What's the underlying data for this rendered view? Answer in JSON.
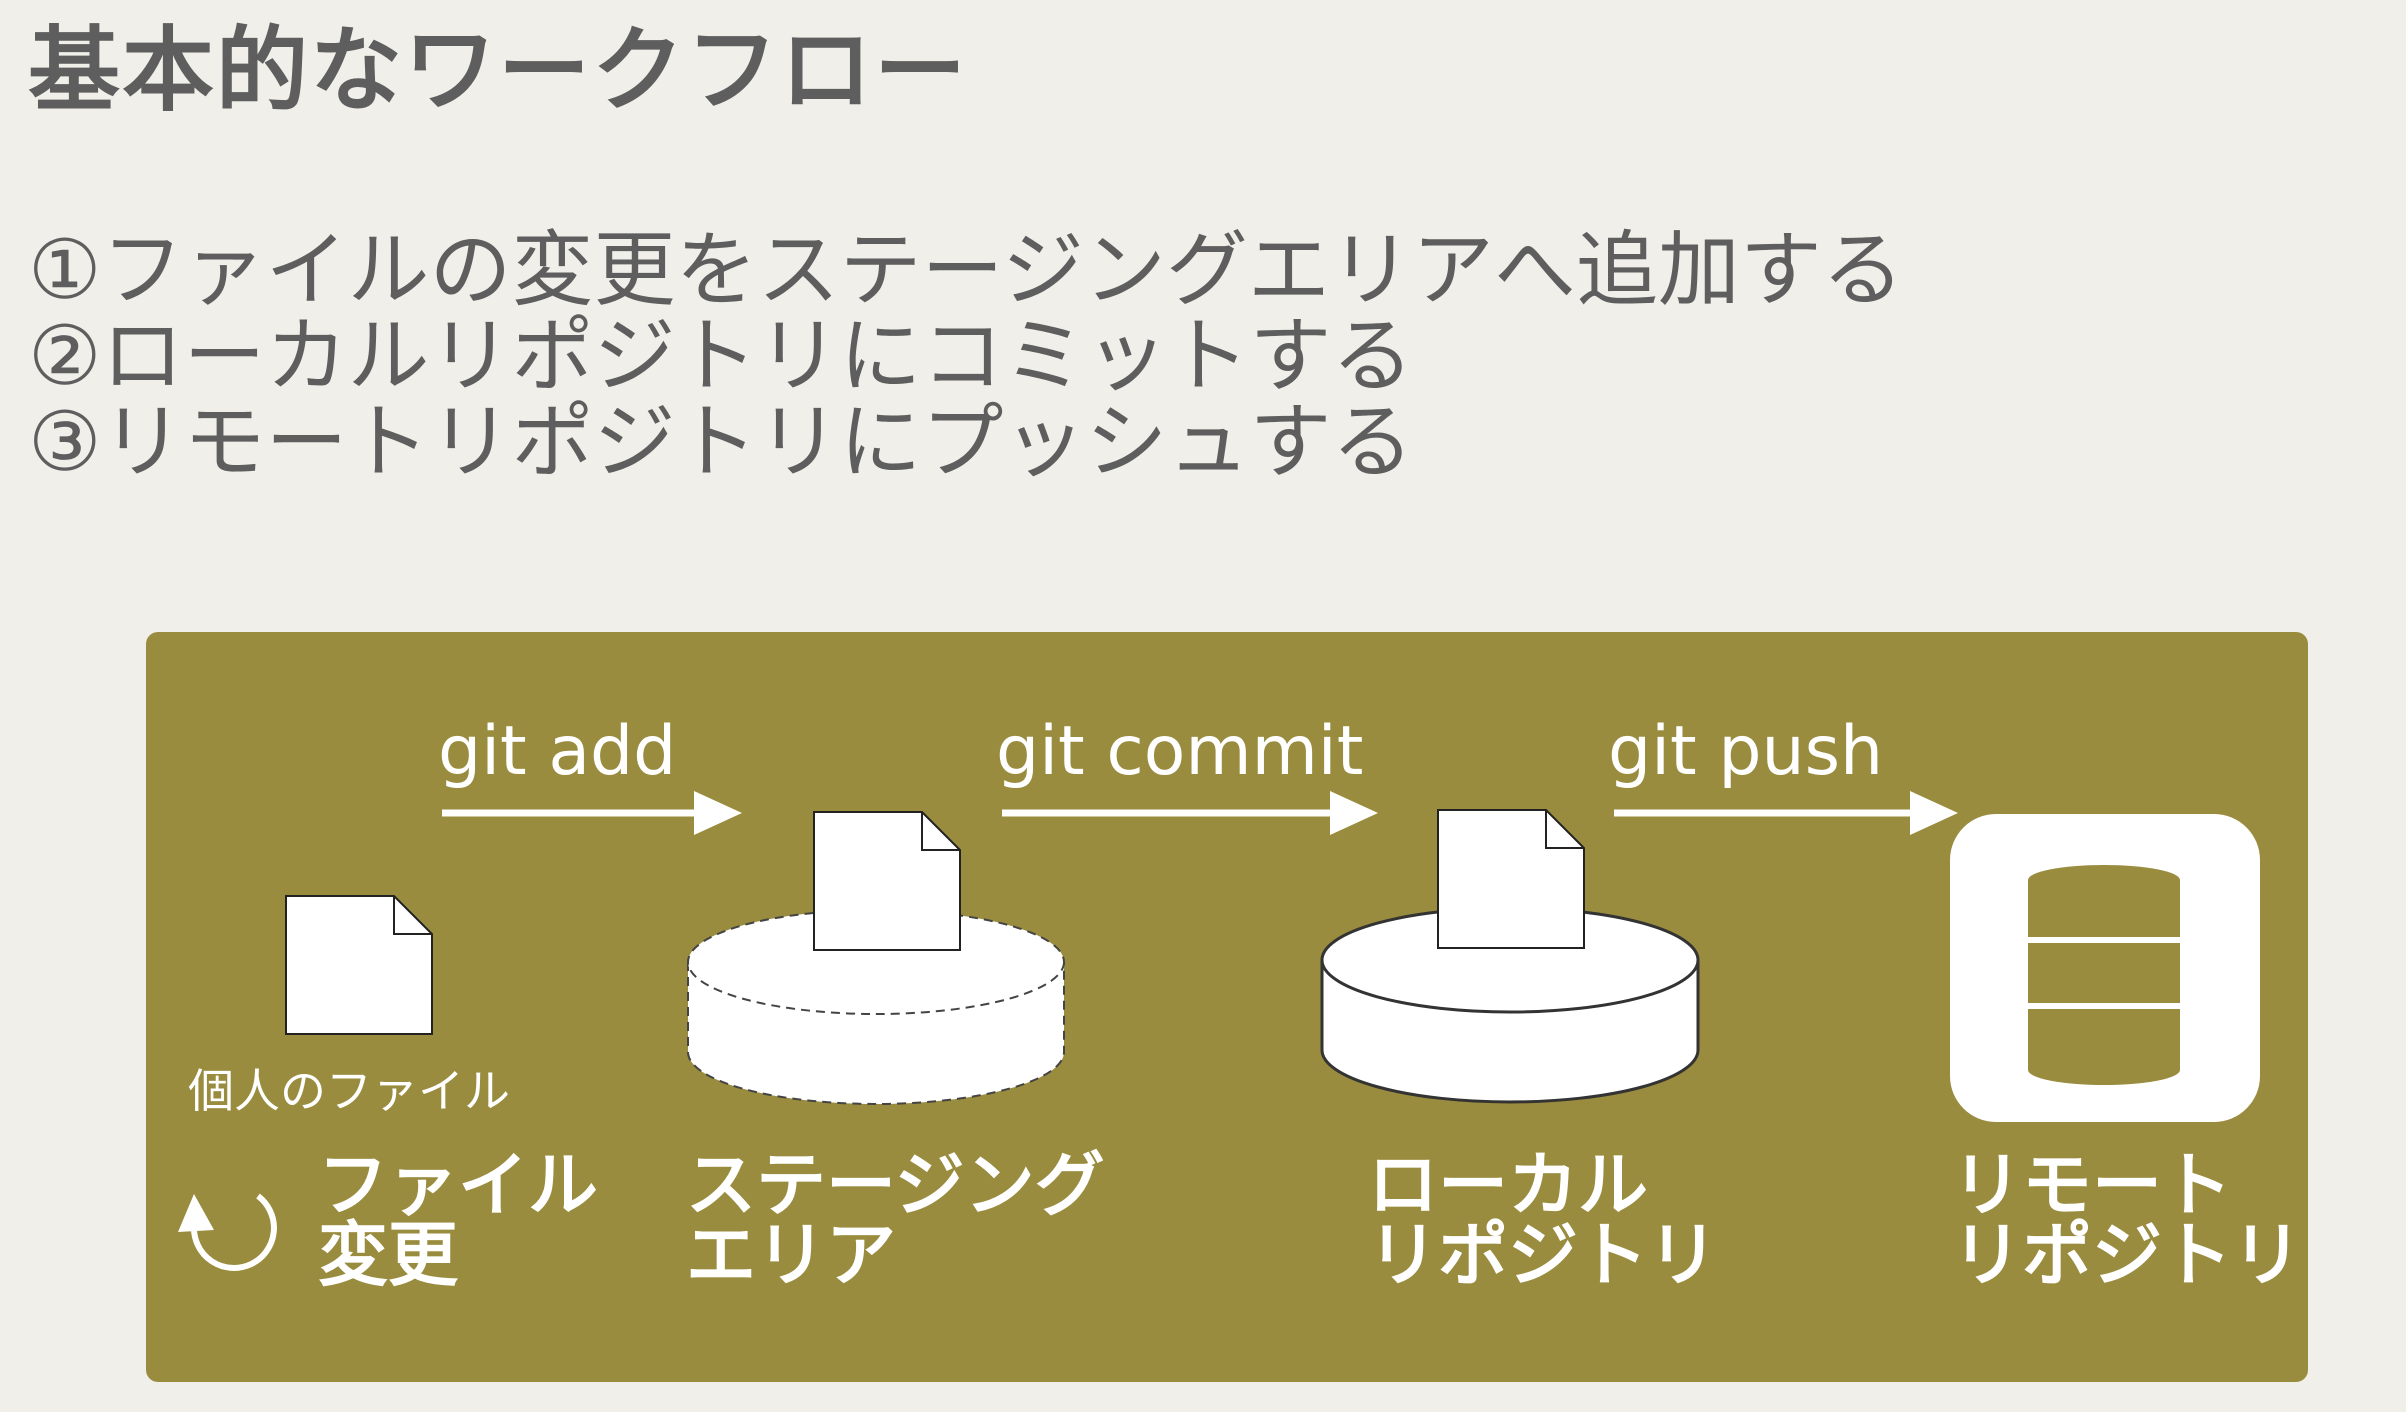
{
  "title": "基本的なワークフロー",
  "steps": [
    "①ファイルの変更をステージングエリアへ追加する",
    "②ローカルリポジトリにコミットする",
    "③リモートリポジトリにプッシュする"
  ],
  "diagram": {
    "commands": [
      "git add",
      "git commit",
      "git push"
    ],
    "personal_file_caption": "個人のファイル",
    "nodes": [
      {
        "line1": "ファイル",
        "line2": "変更"
      },
      {
        "line1": "ステージング",
        "line2": "エリア"
      },
      {
        "line1": "ローカル",
        "line2": "リポジトリ"
      },
      {
        "line1": "リモート",
        "line2": "リポジトリ"
      }
    ],
    "icons": [
      "document-icon",
      "refresh-icon",
      "staging-area-disk-icon",
      "local-repository-disk-icon",
      "database-icon"
    ],
    "colors": {
      "panel": "#9a8c3e",
      "background": "#f0efea",
      "text": "#5e5e5e",
      "foreground": "#ffffff"
    }
  }
}
